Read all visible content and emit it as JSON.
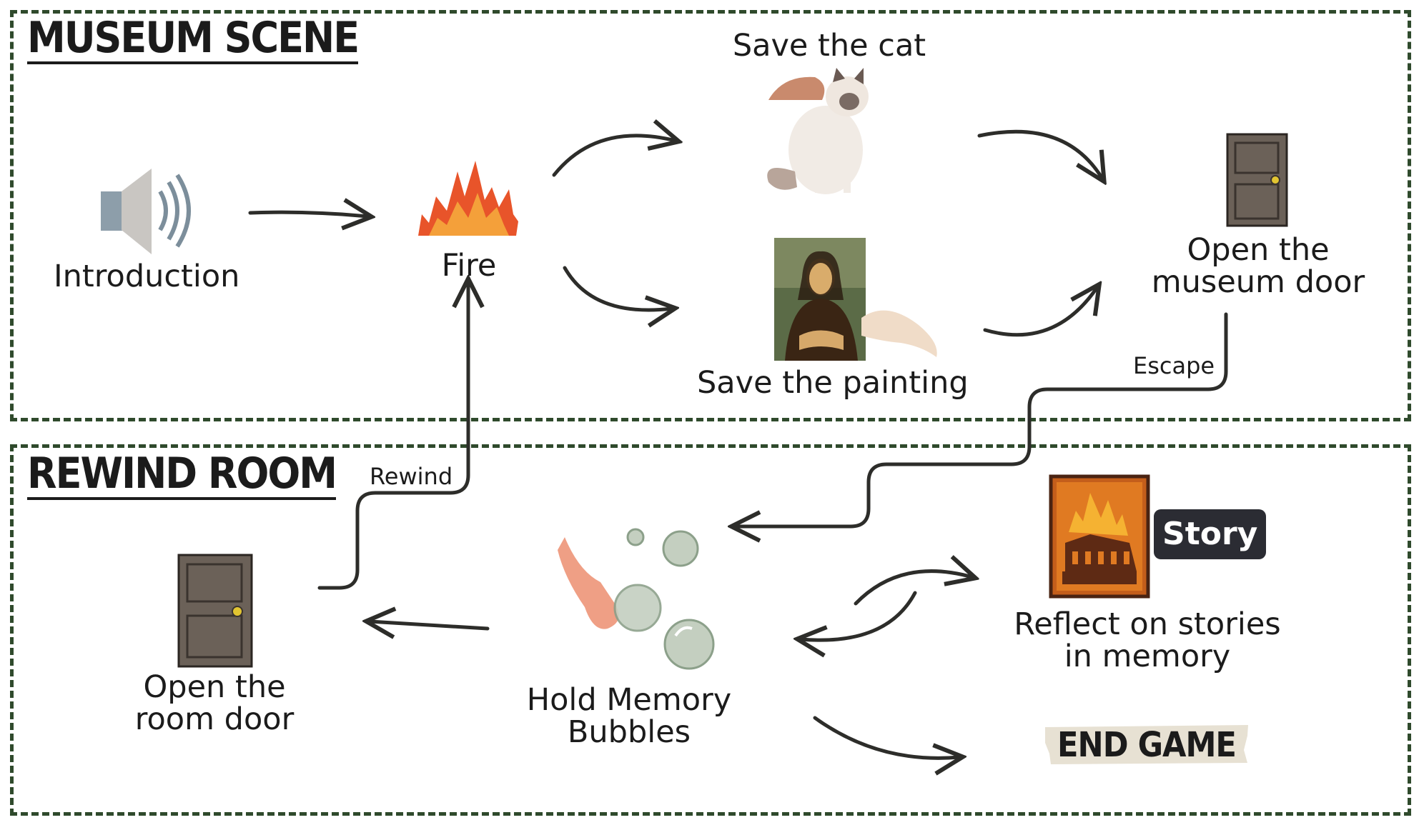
{
  "sections": {
    "museum": {
      "title": "MUSEUM SCENE"
    },
    "rewind": {
      "title": "REWIND ROOM"
    }
  },
  "nodes": {
    "introduction": {
      "label": "Introduction",
      "icon": "speaker-icon"
    },
    "fire": {
      "label": "Fire",
      "icon": "fire-icon"
    },
    "save_cat": {
      "label": "Save the cat",
      "icon": "cat-icon"
    },
    "save_painting": {
      "label": "Save the painting",
      "icon": "painting-icon"
    },
    "museum_door": {
      "line1": "Open the",
      "line2": "museum door",
      "icon": "door-icon"
    },
    "room_door": {
      "line1": "Open the",
      "line2": "room door",
      "icon": "door-icon"
    },
    "memory_bubbles": {
      "line1": "Hold Memory",
      "line2": "Bubbles",
      "icon": "bubbles-icon"
    },
    "reflect": {
      "line1": "Reflect on stories",
      "line2": "in memory",
      "icon": "burning-building-icon",
      "badge": "Story"
    },
    "end_game": {
      "label": "END GAME"
    }
  },
  "edges": {
    "escape": "Escape",
    "rewind": "Rewind"
  },
  "colors": {
    "border": "#2f4a2c",
    "arrow": "#2d2d2a",
    "fire": "#e8542a",
    "door": "#5f5851",
    "badge": "#2b2c33",
    "tape": "#e7e1d3"
  }
}
